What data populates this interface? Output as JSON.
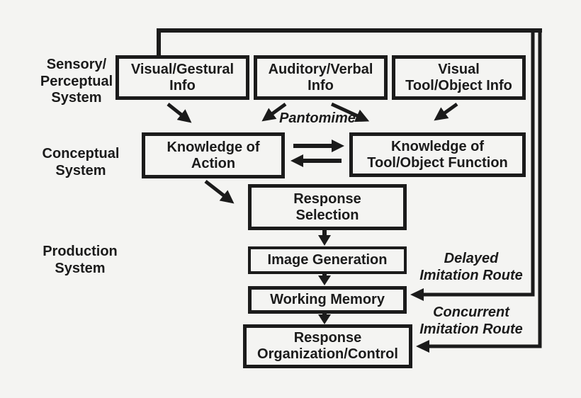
{
  "canvas": {
    "bg": "#f4f4f2",
    "ink": "#1b1b1b"
  },
  "system_labels": {
    "sensory": "Sensory/\nPerceptual\nSystem",
    "conceptual": "Conceptual\nSystem",
    "production": "Production\nSystem"
  },
  "boxes": [
    {
      "id": "visual-gestural-info",
      "label": "Visual/Gestural\nInfo"
    },
    {
      "id": "auditory-verbal-info",
      "label": "Auditory/Verbal\nInfo"
    },
    {
      "id": "visual-tool-object-info",
      "label": "Visual\nTool/Object Info"
    },
    {
      "id": "knowledge-of-action",
      "label": "Knowledge of\nAction"
    },
    {
      "id": "knowledge-of-tool-object-function",
      "label": "Knowledge of\nTool/Object Function"
    },
    {
      "id": "response-selection",
      "label": "Response\nSelection"
    },
    {
      "id": "image-generation",
      "label": "Image Generation"
    },
    {
      "id": "working-memory",
      "label": "Working Memory"
    },
    {
      "id": "response-organization-control",
      "label": "Response\nOrganization/Control"
    }
  ],
  "route_labels": {
    "pantomime": "Pantomime",
    "delayed": "Delayed\nImitation Route",
    "concurrent": "Concurrent\nImitation Route"
  }
}
